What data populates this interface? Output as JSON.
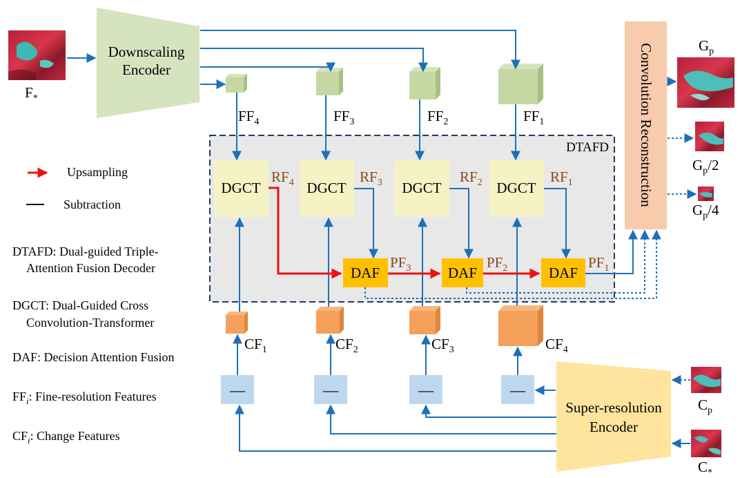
{
  "encoders": {
    "downscaling": [
      "Downscaling",
      "Encoder"
    ],
    "super_resolution": [
      "Super-resolution",
      "Encoder"
    ]
  },
  "decoder": {
    "label": "DTAFD",
    "dgct_label": "DGCT",
    "daf_label": "DAF"
  },
  "reconstruction_label": "Convolution Reconstruction",
  "inputs": {
    "fine": {
      "base": "F",
      "sub": "*"
    },
    "coarse_pred": {
      "base": "C",
      "sub": "p"
    },
    "coarse_ref": {
      "base": "C",
      "sub": "*"
    }
  },
  "outputs": {
    "gp": {
      "base": "G",
      "sub": "p",
      "suffix": ""
    },
    "gp2": {
      "base": "G",
      "sub": "p",
      "suffix": "/2"
    },
    "gp4": {
      "base": "G",
      "sub": "p",
      "suffix": "/4"
    }
  },
  "ff_labels": [
    {
      "base": "FF",
      "sub": "4"
    },
    {
      "base": "FF",
      "sub": "3"
    },
    {
      "base": "FF",
      "sub": "2"
    },
    {
      "base": "FF",
      "sub": "1"
    }
  ],
  "rf_labels": [
    {
      "base": "RF",
      "sub": "4"
    },
    {
      "base": "RF",
      "sub": "3"
    },
    {
      "base": "RF",
      "sub": "2"
    },
    {
      "base": "RF",
      "sub": "1"
    }
  ],
  "pf_labels": [
    {
      "base": "PF",
      "sub": "3"
    },
    {
      "base": "PF",
      "sub": "2"
    },
    {
      "base": "PF",
      "sub": "1"
    }
  ],
  "cf_labels": [
    {
      "base": "CF",
      "sub": "1"
    },
    {
      "base": "CF",
      "sub": "2"
    },
    {
      "base": "CF",
      "sub": "3"
    },
    {
      "base": "CF",
      "sub": "4"
    }
  ],
  "subtraction_symbol": "—",
  "legend": {
    "upsampling": "Upsampling",
    "subtraction": "Subtraction"
  },
  "definitions": {
    "dtafd": [
      "DTAFD: Dual-guided Triple-",
      "Attention Fusion Decoder"
    ],
    "dgct": [
      "DGCT: Dual-Guided Cross",
      "Convolution-Transformer"
    ],
    "daf": "DAF: Decision Attention Fusion",
    "ff": {
      "prefix": "FF",
      "i": "i",
      "text": ": Fine-resolution Features"
    },
    "cf": {
      "prefix": "CF",
      "i": "i",
      "text": ": Change Features"
    }
  },
  "colors": {
    "arrow_blue": "#1f6fb8",
    "upsample_red": "#ee1111",
    "encoder_green": "#d6e3bf",
    "encoder_yellow": "#ffe49e",
    "feature_green": "#c5d8a4",
    "feature_orange": "#f5a05a",
    "dgct_fill": "#f5f3c6",
    "daf_fill": "#ffc000",
    "recon_fill": "#f8cbad",
    "sub_fill": "#bdd7ee",
    "decoder_bg": "#e8e8e8",
    "decoder_border": "#1f3a5f",
    "label_brown": "#8b4513"
  }
}
